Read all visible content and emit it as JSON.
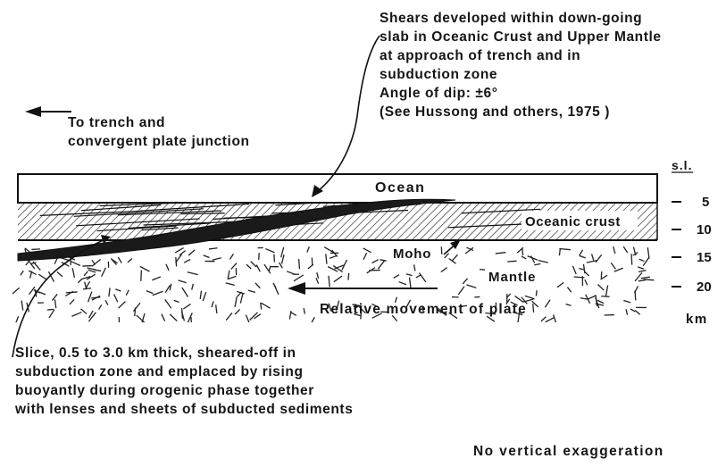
{
  "annotations": {
    "shears": [
      "Shears developed within down-going",
      "slab in Oceanic Crust and Upper Mantle",
      "at approach of trench and in",
      "subduction zone",
      "Angle of dip: ±6°",
      "(See Hussong and others, 1975 )"
    ],
    "trench": [
      "To trench and",
      "convergent  plate  junction"
    ],
    "slice": [
      "Slice, 0.5 to 3.0 km thick, sheared-off in",
      "subduction zone and emplaced by rising",
      "buoyantly during orogenic phase together",
      "with lenses and sheets of subducted sediments"
    ],
    "relative_movement": "Relative movement of plate",
    "no_vertical": "No  vertical  exaggeration"
  },
  "layers": {
    "ocean": "Ocean",
    "oceanic_crust": "Oceanic crust",
    "moho": "Moho",
    "mantle": "Mantle"
  },
  "depth_scale": {
    "sea_level": "s.l.",
    "ticks": [
      "5",
      "10",
      "15",
      "20"
    ],
    "unit": "km"
  }
}
